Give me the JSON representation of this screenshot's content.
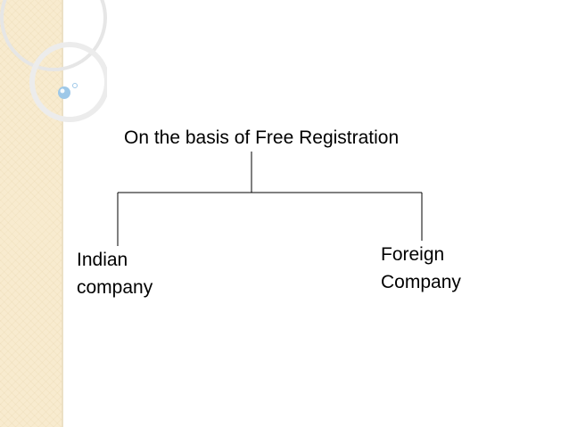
{
  "slide": {
    "root_label": "On the basis of Free Registration",
    "children": [
      {
        "line1": "Indian",
        "line2": "company"
      },
      {
        "line1": "Foreign",
        "line2": "Company"
      }
    ]
  },
  "colors": {
    "side_band": "#f8ebcf",
    "ornament_stroke": "#e4e4e4",
    "bead": "#9ec8e8",
    "connector": "#000000",
    "text": "#000000"
  }
}
